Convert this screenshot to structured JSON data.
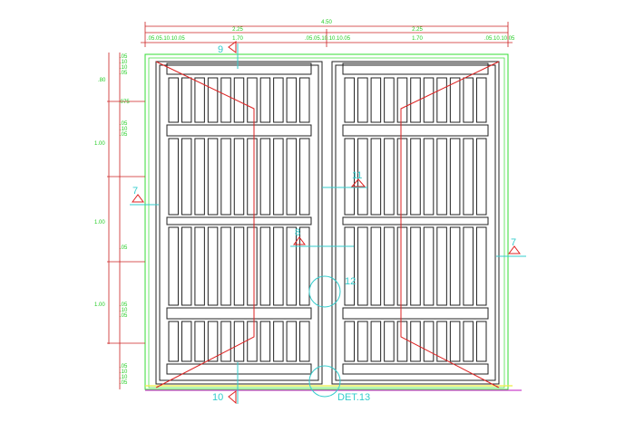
{
  "dimensions": {
    "overall_width": "4.50",
    "half_left": "2.25",
    "half_right": "2.25",
    "leaf_left": "1.70",
    "leaf_right": "1.70",
    "top_small_left": ".05.05.10.10.05",
    "top_small_mid": ".05.05.10.10.10.05",
    "top_small_right": ".05.10.10.05",
    "left_top": ".80",
    "left_075": ".075",
    "left_mid1": "1.00",
    "left_mid2": "1.00",
    "left_mid3": "1.00",
    "small": {
      "a": ".05",
      "b": ".10",
      "c": ".10",
      "d": ".05"
    }
  },
  "section_tags": {
    "t9": "9",
    "t7_left": "7",
    "t7_right": "7",
    "t8": "8",
    "t11": "11",
    "t10": "10",
    "t12": "12",
    "det13": "DET.13"
  },
  "colors": {
    "frame": "#33dd33",
    "gate": "#222222",
    "diagonal": "#dd2222",
    "section": "#33cccc",
    "ground": "#cc44cc",
    "curb": "#eeee44"
  }
}
